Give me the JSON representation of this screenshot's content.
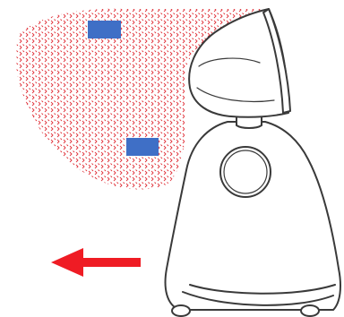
{
  "colors": {
    "region_dots": "#e0323a",
    "marker_fill": "#3f6fc6",
    "arrow": "#ef1c24",
    "robot_outline": "#3a3a3a",
    "robot_fill": "#ffffff",
    "background": "#ffffff"
  },
  "markers": [
    {
      "id": "marker-upper"
    },
    {
      "id": "marker-lower"
    }
  ],
  "arrow": {
    "direction": "left"
  },
  "robot": {
    "icon": "robot-side-view-icon"
  }
}
